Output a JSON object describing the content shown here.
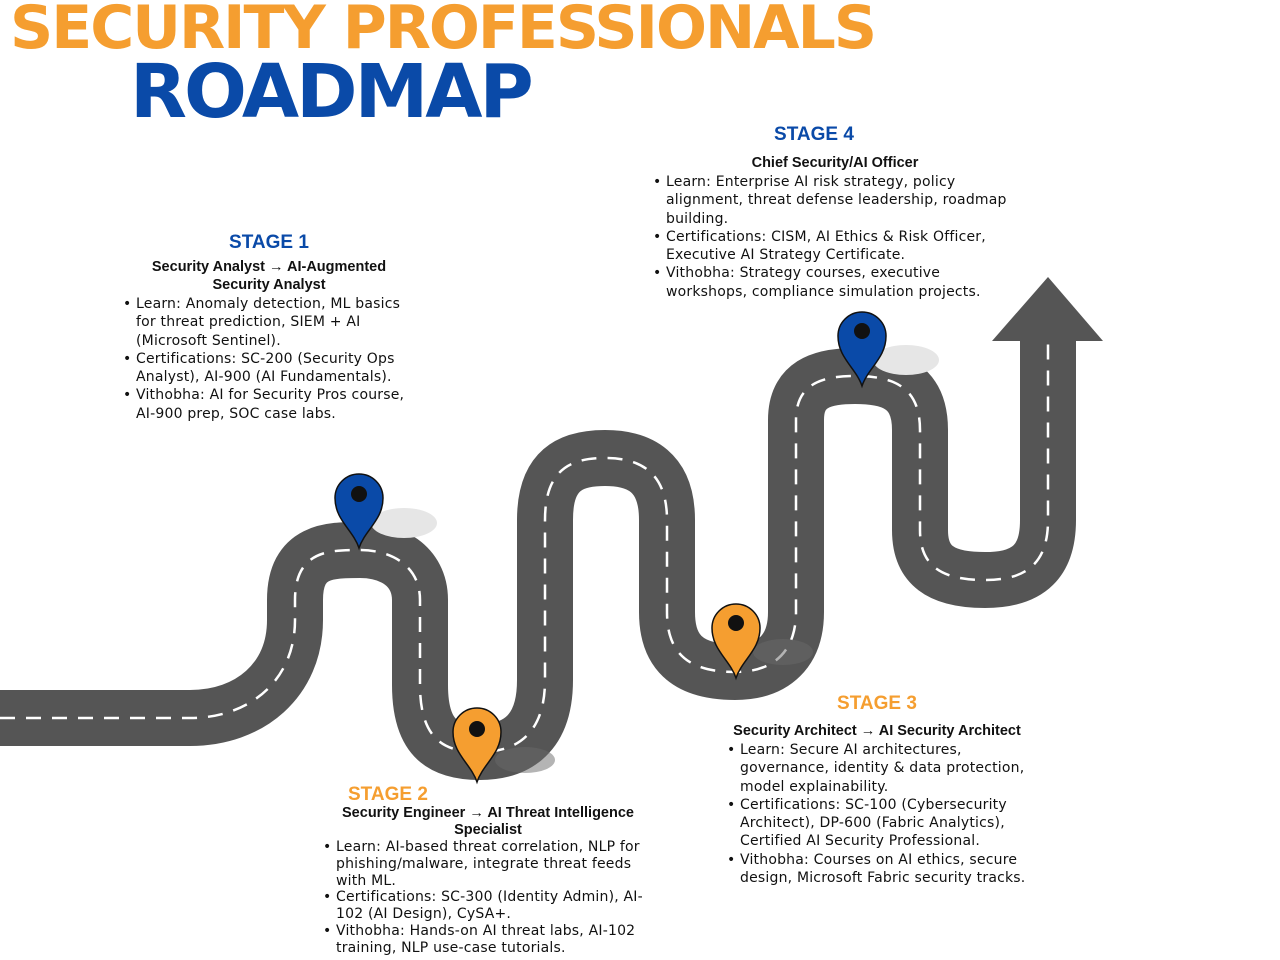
{
  "title": {
    "line1": "SECURITY PROFESSIONALS",
    "line2": "ROADMAP"
  },
  "colors": {
    "orange": "#f59e30",
    "blue": "#0a4aa8",
    "road": "#555555",
    "road_dash": "#ffffff",
    "arrow": "#555555",
    "pin_orange": "#f59e30",
    "pin_blue": "#0a4aa8",
    "text": "#111111"
  },
  "stages": [
    {
      "label": "STAGE 1",
      "label_color": "#0a4aa8",
      "role": "Security Analyst → AI-Augmented Security Analyst",
      "bullets": [
        "Learn: Anomaly detection, ML basics for threat prediction, SIEM + AI (Microsoft Sentinel).",
        "Certifications: SC-200 (Security Ops Analyst), AI-900 (AI Fundamentals).",
        "Vithobha: AI for Security Pros course, AI-900 prep, SOC case labs."
      ]
    },
    {
      "label": "STAGE 2",
      "label_color": "#f59e30",
      "role": "Security Engineer → AI Threat Intelligence Specialist",
      "bullets": [
        "Learn: AI-based threat correlation, NLP for phishing/malware, integrate threat feeds with ML.",
        "Certifications: SC-300 (Identity Admin), AI-102 (AI Design), CySA+.",
        "Vithobha: Hands-on AI threat labs, AI-102 training, NLP use-case tutorials."
      ]
    },
    {
      "label": "STAGE 3",
      "label_color": "#f59e30",
      "role": "Security Architect → AI Security Architect",
      "bullets": [
        "Learn: Secure AI architectures, governance, identity & data protection, model explainability.",
        "Certifications: SC-100 (Cybersecurity Architect), DP-600 (Fabric Analytics), Certified AI Security Professional.",
        "Vithobha: Courses on AI ethics, secure design, Microsoft Fabric security tracks."
      ]
    },
    {
      "label": "STAGE 4",
      "label_color": "#0a4aa8",
      "role": "Chief Security/AI Officer",
      "bullets": [
        "Learn: Enterprise AI risk strategy, policy alignment, threat defense leadership, roadmap building.",
        "Certifications: CISM, AI Ethics & Risk Officer, Executive AI Strategy Certificate.",
        "Vithobha: Strategy courses, executive workshops, compliance simulation projects."
      ]
    }
  ]
}
